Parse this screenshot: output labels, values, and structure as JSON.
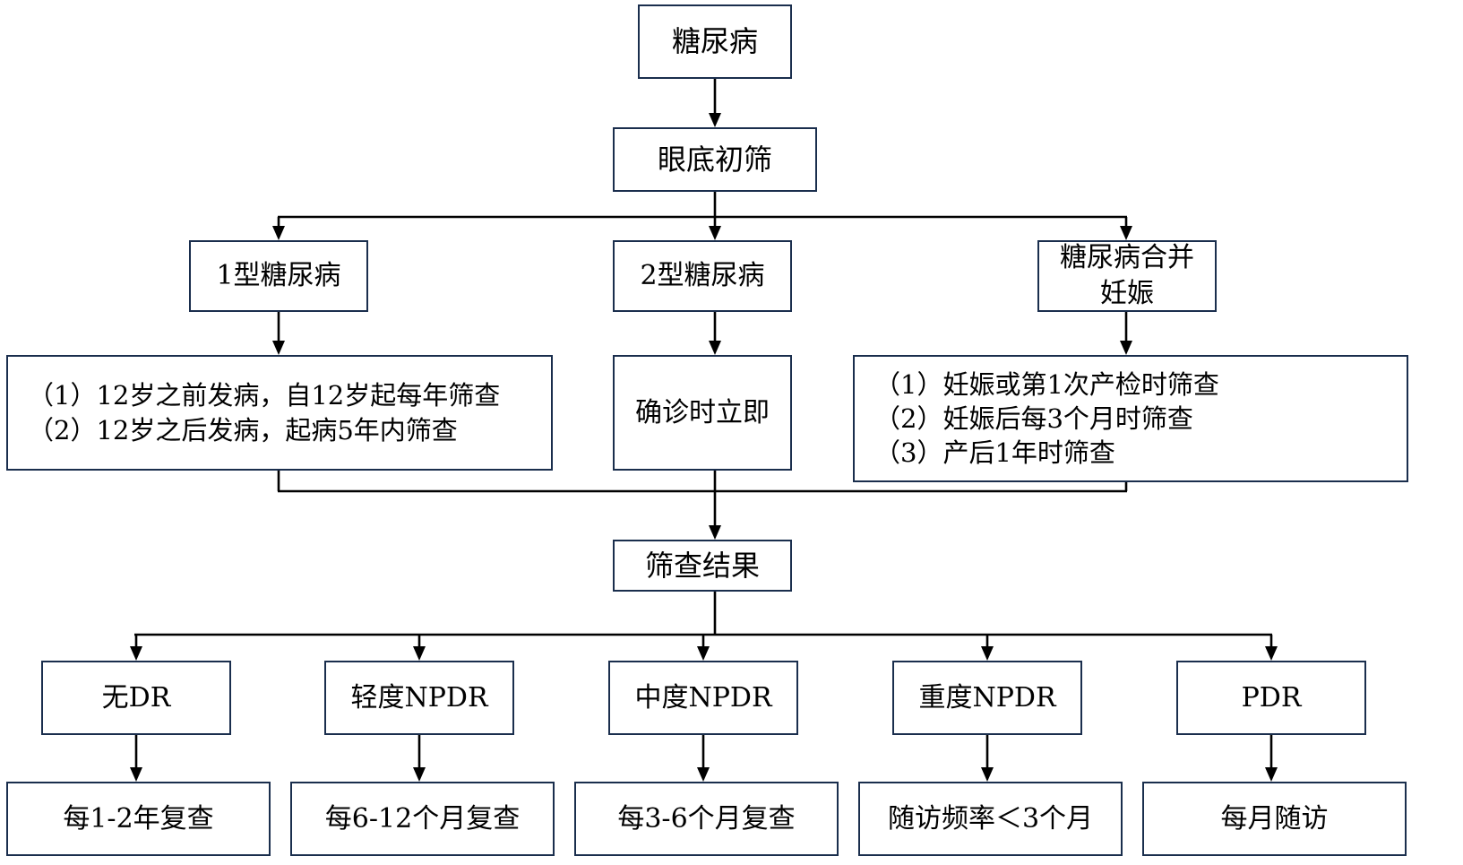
{
  "diagram": {
    "title": "糖尿病视网膜病变筛查流程图",
    "border_color": "#1a2e4d",
    "line_color": "#000000",
    "background_color": "#ffffff",
    "nodes": {
      "root": "糖尿病",
      "screening": "眼底初筛",
      "type1": "1型糖尿病",
      "type2": "2型糖尿病",
      "pregnancy": "糖尿病合并\n妊娠",
      "type1_detail": "（1）12岁之前发病，自12岁起每年筛查\n（2）12岁之后发病，起病5年内筛查",
      "type2_detail": "确诊时立即",
      "pregnancy_detail": "（1）妊娠或第1次产检时筛查\n（2）妊娠后每3个月时筛查\n（3）产后1年时筛查",
      "result": "筛查结果",
      "grade_none": "无DR",
      "grade_mild": "轻度NPDR",
      "grade_moderate": "中度NPDR",
      "grade_severe": "重度NPDR",
      "grade_pdr": "PDR",
      "follow_none": "每1-2年复查",
      "follow_mild": "每6-12个月复查",
      "follow_moderate": "每3-6个月复查",
      "follow_severe": "随访频率＜3个月",
      "follow_pdr": "每月随访"
    }
  }
}
